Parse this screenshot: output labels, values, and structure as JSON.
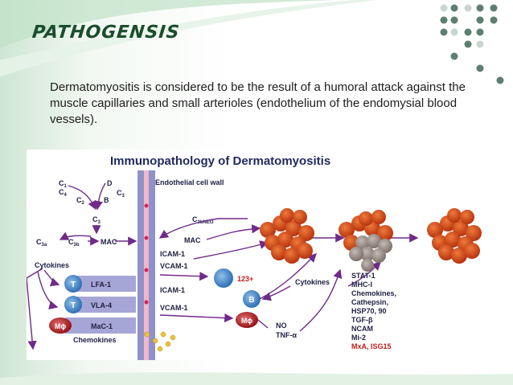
{
  "slide": {
    "title": "PATHOGENSIS",
    "text": "Dermatomyositis is considered to be the result of a humoral attack against the muscle capillaries and small arterioles (endothelium of the endomysial blood vessels)."
  },
  "figure": {
    "title": "Immunopathology of Dermatomyositis",
    "wall_label": "Endothelial cell wall",
    "complement": {
      "c1": "C",
      "c1_sub": "1",
      "c4": "C",
      "c4_sub": "4",
      "c2": "C",
      "c2_sub": "2",
      "d": "D",
      "c3_right": "C",
      "c3_right_sub": "3",
      "b": "B",
      "c3": "C",
      "c3_sub": "3",
      "c3a": "C",
      "c3a_sub": "3a",
      "c3b": "C",
      "c3b_sub": "3b",
      "mac_left": "MAC",
      "c3bneo": "C",
      "c3bneo_sub": "3bNEO",
      "mac_right": "MAC"
    },
    "left_labels": {
      "cytokines": "Cytokines",
      "chemokines": "Chemokines"
    },
    "cells": {
      "t1": "T",
      "t2": "T",
      "mphi": "Mϕ",
      "b": "B",
      "mphi2": "Mϕ",
      "badge": "123+"
    },
    "adhesion": {
      "lfa1": "LFA-1",
      "vla4": "VLA-4",
      "mac1": "MaC-1",
      "icam_top": "ICAM-1",
      "vcam_top": "VCAM-1",
      "icam_bottom": "ICAM-1",
      "vcam_bottom": "VCAM-1"
    },
    "right_labels": {
      "cytokines": "Cytokines",
      "no": "NO",
      "tnf": "TNF-α"
    },
    "markers": [
      "STAT-1",
      "MHC-I",
      "Chemokines,",
      "Cathepsin,",
      "HSP70, 90",
      "TGF-β",
      "NCAM",
      "Mi-2"
    ],
    "markers_red": "MxA, ISG15"
  },
  "colors": {
    "title": "#1b4d2c",
    "wall": "#8f92c8",
    "wall_center": "#d7265a",
    "arrow": "#6f2a8a",
    "t_cell": "#3f7fc1",
    "mphi_cell": "#b01e24",
    "muscle": "#d2491d",
    "muscle_gray": "#9a8f8a",
    "markers_red": "#c2201b"
  }
}
